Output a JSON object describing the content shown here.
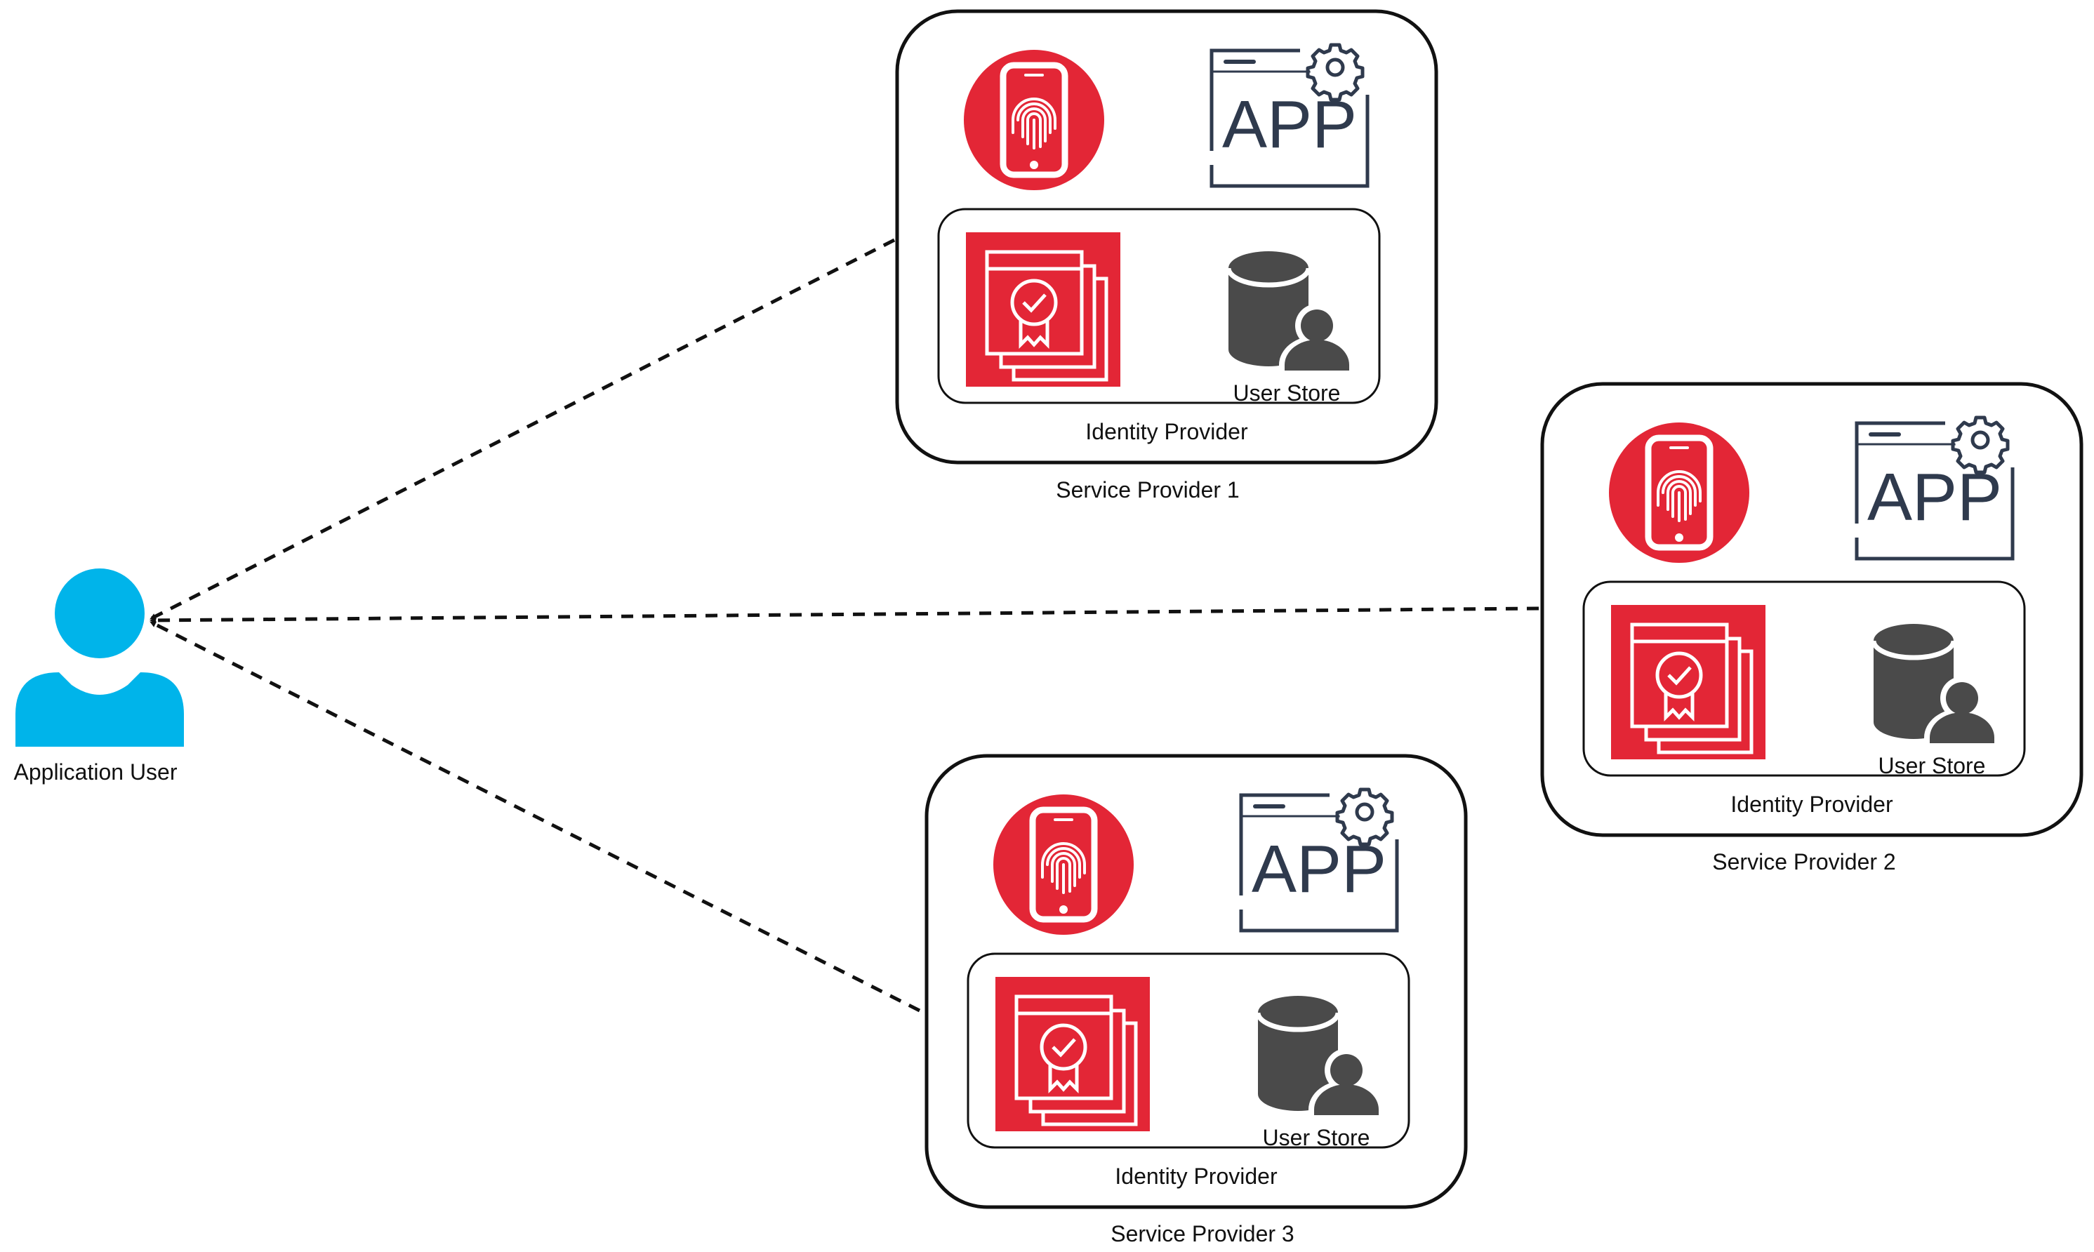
{
  "user": {
    "label": "Application User",
    "icon": "user-icon"
  },
  "service_providers": [
    {
      "id": "sp1",
      "label": "Service Provider 1",
      "identity_provider_label": "Identity Provider",
      "user_store_label": "User Store",
      "app_label": "APP"
    },
    {
      "id": "sp2",
      "label": "Service Provider 2",
      "identity_provider_label": "Identity Provider",
      "user_store_label": "User Store",
      "app_label": "APP"
    },
    {
      "id": "sp3",
      "label": "Service Provider 3",
      "identity_provider_label": "Identity Provider",
      "user_store_label": "User Store",
      "app_label": "APP"
    }
  ],
  "icons": {
    "mobile": "fingerprint-phone-icon",
    "app": "app-window-gear-icon",
    "certificate": "certificate-icon",
    "user_store": "database-user-icon"
  },
  "colors": {
    "user": "#00b4ea",
    "accent_red": "#e32636",
    "dark_gray": "#4a4a4a",
    "navy": "#2f3a4d"
  },
  "connections": [
    {
      "from": "sp1",
      "to": "user",
      "style": "dashed"
    },
    {
      "from": "sp2",
      "to": "user",
      "style": "dashed"
    },
    {
      "from": "sp3",
      "to": "user",
      "style": "dashed"
    }
  ]
}
